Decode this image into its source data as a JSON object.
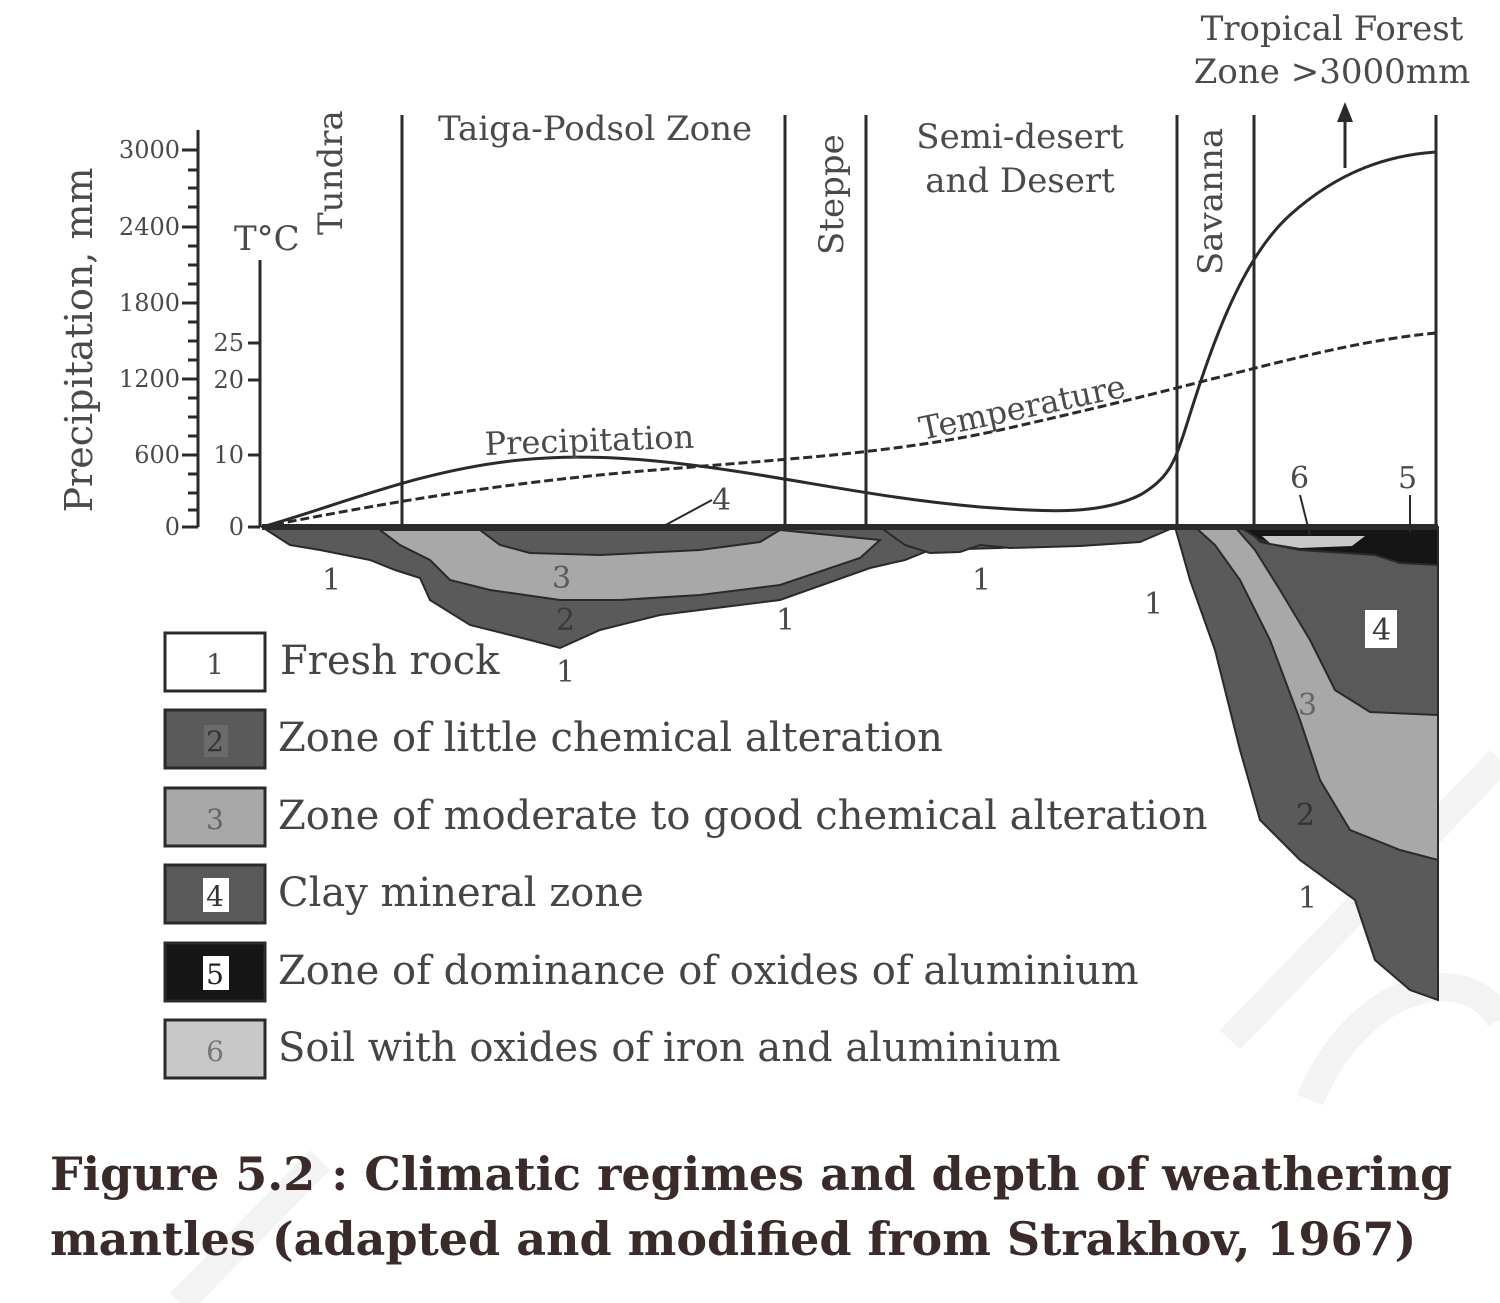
{
  "zones": {
    "tundra": "Tundra",
    "taiga": "Taiga-Podsol Zone",
    "steppe": "Steppe",
    "semi_desert_line1": "Semi-desert",
    "semi_desert_line2": "and Desert",
    "savanna": "Savanna",
    "tropical_line1": "Tropical Forest",
    "tropical_line2": "Zone >3000mm"
  },
  "axes": {
    "precip_title": "Precipitation, mm",
    "precip_ticks": [
      "3000",
      "2400",
      "1800",
      "1200",
      "600",
      "0"
    ],
    "temp_title": "T°C",
    "temp_ticks": [
      "25",
      "20",
      "10",
      "0"
    ]
  },
  "curves": {
    "precipitation": "Precipitation",
    "temperature": "Temperature"
  },
  "zone_numbers": {
    "tundra_1": "1",
    "taiga_4": "4",
    "taiga_3": "3",
    "taiga_2": "2",
    "taiga_1_bottom": "1",
    "taiga_1_right": "1",
    "desert_1": "1",
    "savanna_1": "1",
    "tropic_6": "6",
    "tropic_5": "5",
    "tropic_4": "4",
    "tropic_3": "3",
    "tropic_2": "2",
    "tropic_1": "1"
  },
  "legend": [
    {
      "num": "1",
      "label": "Fresh rock",
      "color": "#ffffff"
    },
    {
      "num": "2",
      "label": "Zone of little chemical alteration",
      "color": "#5a5a5a"
    },
    {
      "num": "3",
      "label": "Zone of moderate to good chemical alteration",
      "color": "#a8a8a8"
    },
    {
      "num": "4",
      "label": "Clay mineral zone",
      "color": "#595959"
    },
    {
      "num": "5",
      "label": "Zone of dominance of oxides of aluminium",
      "color": "#151515"
    },
    {
      "num": "6",
      "label": "Soil with oxides of iron and aluminium",
      "color": "#c8c8c8"
    }
  ],
  "caption": {
    "line1": "Figure 5.2 : Climatic regimes and depth of weathering",
    "line2": "mantles (adapted and modified from Strakhov, 1967)"
  }
}
